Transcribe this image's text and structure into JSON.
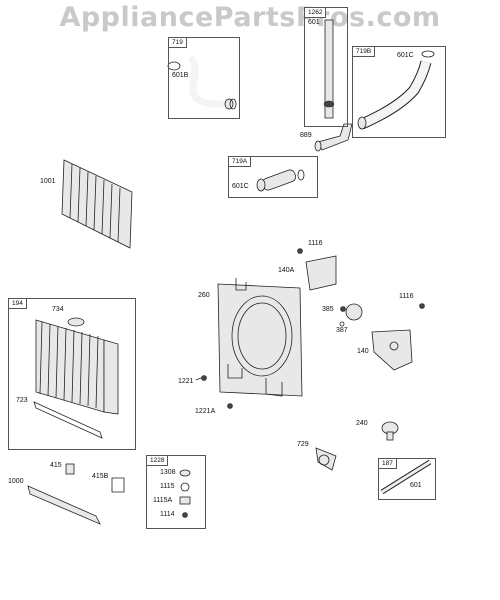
{
  "watermark": "AppliancePartsPros.com",
  "boxes": {
    "b719": "719",
    "b1262": "1262",
    "b719B": "719B",
    "b719A": "719A",
    "b194": "194",
    "b1228": "1228",
    "b187": "187"
  },
  "labels": {
    "l601B": "601B",
    "l601": "601",
    "l601C_top": "601C",
    "l889": "889",
    "l601C_mid": "601C",
    "l1001": "1001",
    "l1116_a": "1116",
    "l140A": "140A",
    "l260": "260",
    "l385": "385",
    "l1116_b": "1116",
    "l387": "387",
    "l140": "140",
    "l734": "734",
    "l723": "723",
    "l1221": "1221",
    "l1221A": "1221A",
    "l240": "240",
    "l729": "729",
    "l415": "415",
    "l415B": "415B",
    "l1000": "1000",
    "l1308": "1308",
    "l1115": "1115",
    "l1115A": "1115A",
    "l1114": "1114",
    "l601_b187": "601"
  }
}
